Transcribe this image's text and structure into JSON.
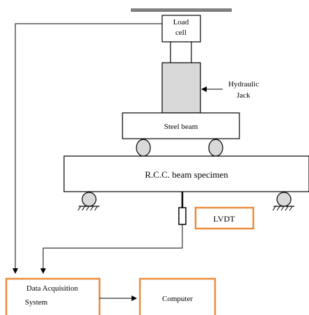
{
  "labels": {
    "load_cell_line1": "Load",
    "load_cell_line2": "cell",
    "hydraulic_jack_line1": "Hydraulic",
    "hydraulic_jack_line2": "Jack",
    "steel_beam": "Steel beam",
    "rcc_beam": "R.C.C. beam specimen",
    "lvdt": "LVDT",
    "daq_line1": "Data Acquisition",
    "daq_line2": "System",
    "computer": "Computer"
  },
  "colors": {
    "stroke": "#000000",
    "jack_fill": "#d9d9d9",
    "roller_fill": "#d9d9d9",
    "reaction_plate": "#7f7f7f",
    "highlight_box": "#ed8c3a"
  }
}
